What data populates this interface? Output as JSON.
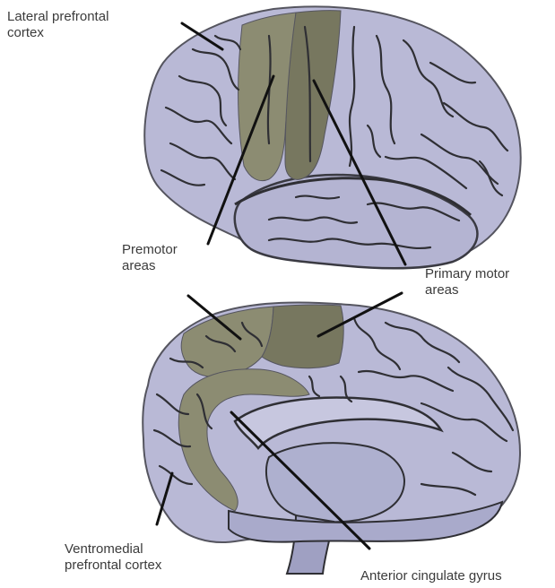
{
  "labels": {
    "lateral_prefrontal": [
      "Lateral prefrontal",
      "cortex"
    ],
    "premotor": [
      "Premotor",
      "areas"
    ],
    "primary_motor": [
      "Primary motor",
      "areas"
    ],
    "ventromedial_prefrontal": [
      "Ventromedial",
      "prefrontal cortex"
    ],
    "anterior_cingulate": [
      "Anterior cingulate gyrus"
    ]
  },
  "colors": {
    "cortex_fill": "#b9b9d6",
    "cortex_shade": "#a6a7c8",
    "highlight_dark": "#77775f",
    "highlight_mid": "#8c8c72",
    "sulcus": "#2f2f34",
    "outline": "#55555f",
    "leader_line": "#111111",
    "label_text": "#3b3b3b"
  }
}
